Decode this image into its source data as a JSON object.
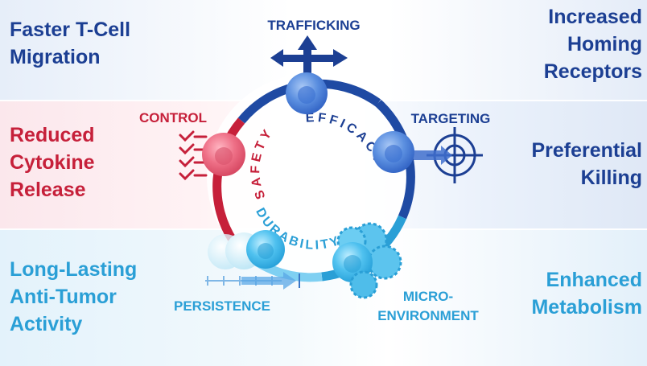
{
  "outcomes": {
    "top_left": [
      "Faster T-Cell",
      "Migration"
    ],
    "top_right": [
      "Increased",
      "Homing",
      "Receptors"
    ],
    "mid_left": [
      "Reduced",
      "Cytokine",
      "Release"
    ],
    "mid_right": [
      "Preferential",
      "Killing"
    ],
    "bot_left": [
      "Long-Lasting",
      "Anti-Tumor",
      "Activity"
    ],
    "bot_right": [
      "Enhanced",
      "Metabolism"
    ]
  },
  "cycle": {
    "stages": {
      "trafficking": "TRAFFICKING",
      "targeting": "TARGETING",
      "control": "CONTROL",
      "persistence": "PERSISTENCE",
      "microenvironment": [
        "MICRO-",
        "ENVIRONMENT"
      ]
    },
    "center": {
      "safety": "SAFETY",
      "efficacy": "EFFICACY",
      "durability": "DURABILITY"
    }
  },
  "colors": {
    "navy": "#1c3f93",
    "red": "#c6203a",
    "cyan": "#2a9fd6"
  }
}
